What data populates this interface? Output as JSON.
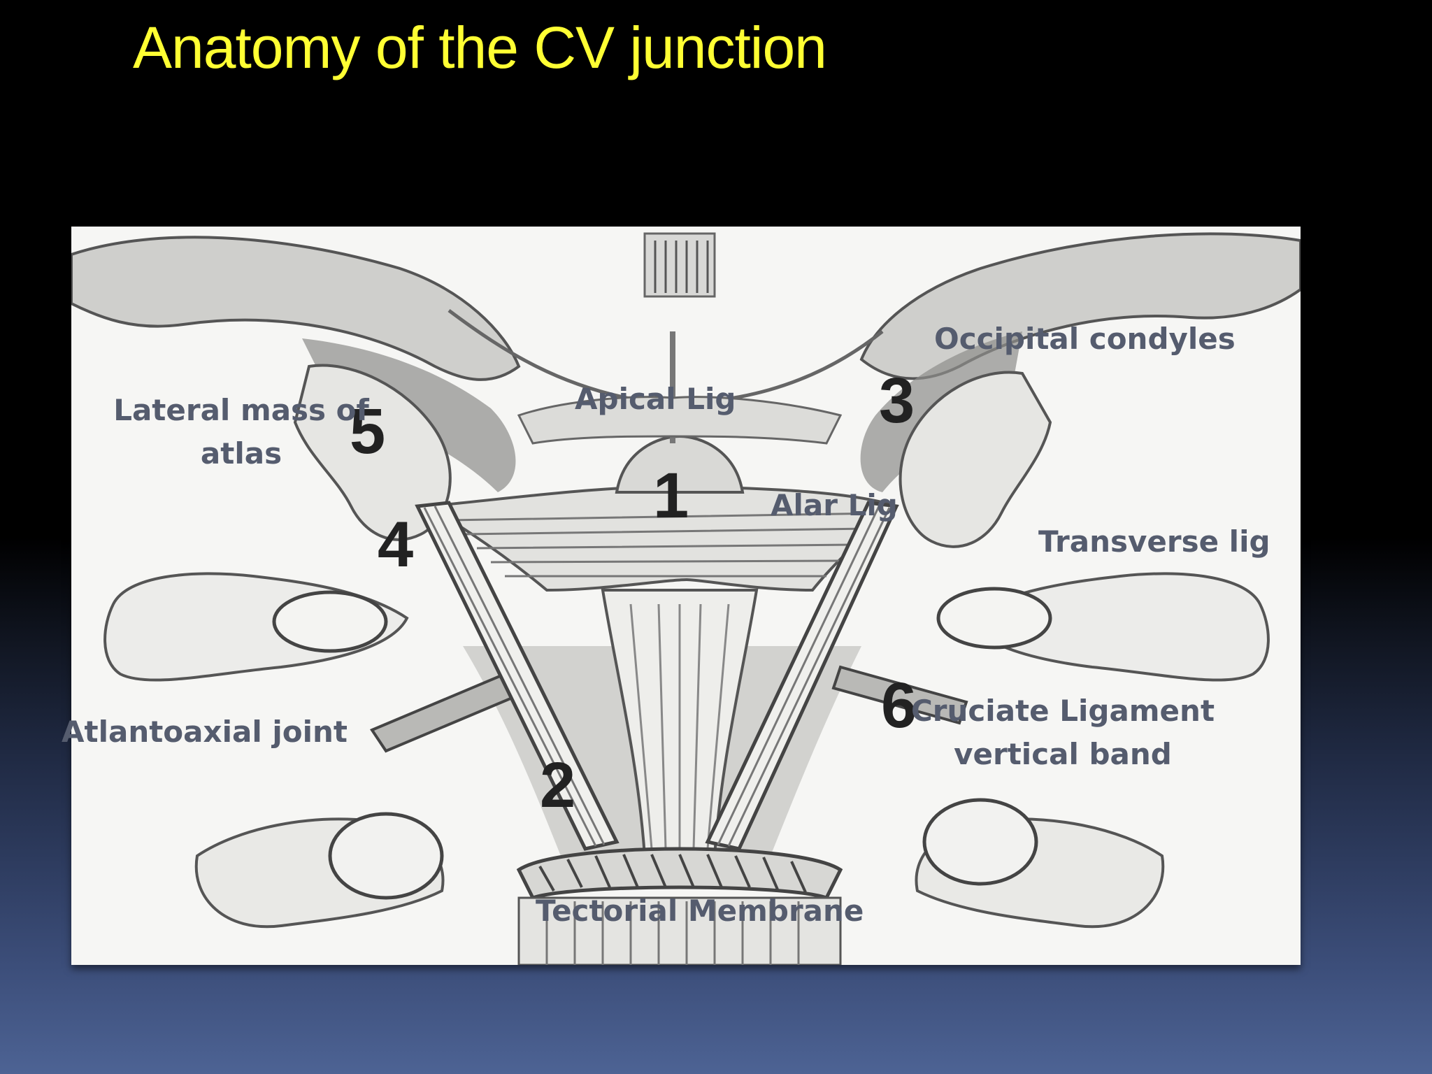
{
  "slide": {
    "title": "Anatomy of the CV junction"
  },
  "figure": {
    "numbers": [
      "1",
      "2",
      "3",
      "4",
      "5",
      "6"
    ],
    "labels": {
      "occipital_condyles": "Occipital condyles",
      "apical_lig": "Apical Lig",
      "lateral_mass_line1": "Lateral mass of",
      "lateral_mass_line2": "atlas",
      "alar_lig": "Alar Lig",
      "transverse_lig": "Transverse lig",
      "atlantoaxial_joint": "Atlantoaxial joint",
      "cruciate_line1": "Cruciate Ligament",
      "cruciate_line2": "vertical band",
      "tectorial_membrane": "Tectorial Membrane"
    }
  },
  "colors": {
    "title": "#ffff33",
    "label": "#555c6e",
    "figure_background": "#f6f6f4"
  }
}
